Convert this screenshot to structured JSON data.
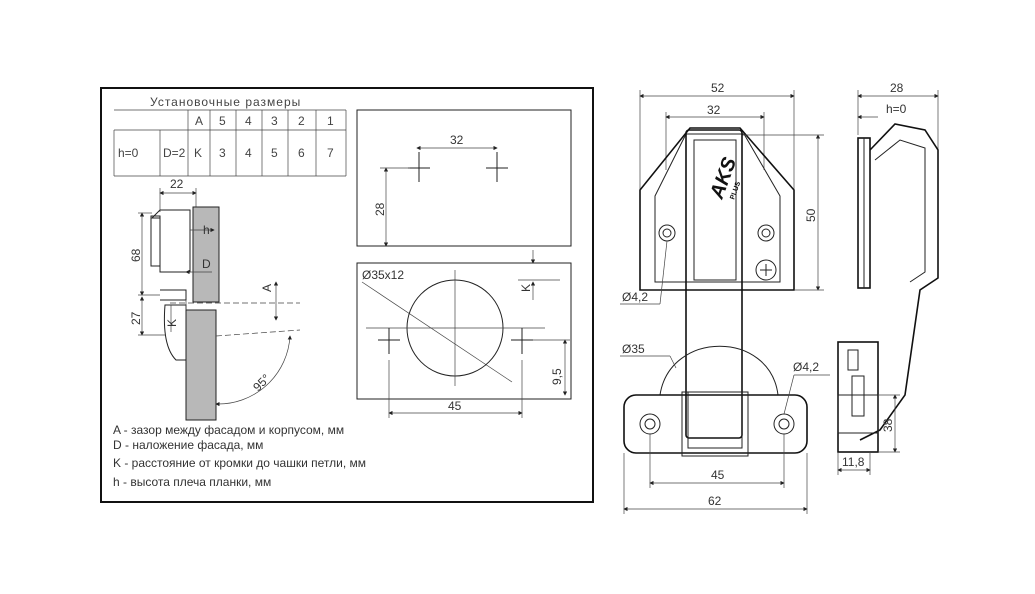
{
  "table": {
    "title": "Установочные размеры",
    "header": [
      "A",
      "5",
      "4",
      "3",
      "2",
      "1"
    ],
    "row_labels": [
      "h=0",
      "D=2",
      "K"
    ],
    "row_values": [
      "3",
      "4",
      "5",
      "6",
      "7"
    ]
  },
  "side_view": {
    "dim_width": "22",
    "dim_height_upper": "68",
    "dim_height_lower": "27",
    "label_h": "h",
    "label_d": "D",
    "label_a": "A",
    "label_k": "K",
    "angle": "95°"
  },
  "drill_top": {
    "dim_spacing": "32",
    "dim_height": "28"
  },
  "drill_bottom": {
    "cup_label": "Ø35x12",
    "label_k": "K",
    "dim_spacing": "45",
    "dim_offset": "9,5"
  },
  "legend": [
    "A - зазор между фасадом и корпусом, мм",
    "D - наложение фасада, мм",
    "K - расстояние от кромки до чашки петли, мм",
    "h - высота плеча планки, мм"
  ],
  "hinge_front": {
    "dim_width_outer": "52",
    "dim_width_inner": "32",
    "dim_height": "50",
    "hole_dia": "Ø4,2",
    "brand": "AKS",
    "brand_sub": "PLUS"
  },
  "hinge_side": {
    "dim_width": "28",
    "label_h": "h=0"
  },
  "hinge_base": {
    "cup_dia": "Ø35",
    "hole_dia": "Ø4,2",
    "dim_spacing": "45",
    "dim_width": "62",
    "dim_height": "38",
    "dim_depth": "11,8"
  }
}
